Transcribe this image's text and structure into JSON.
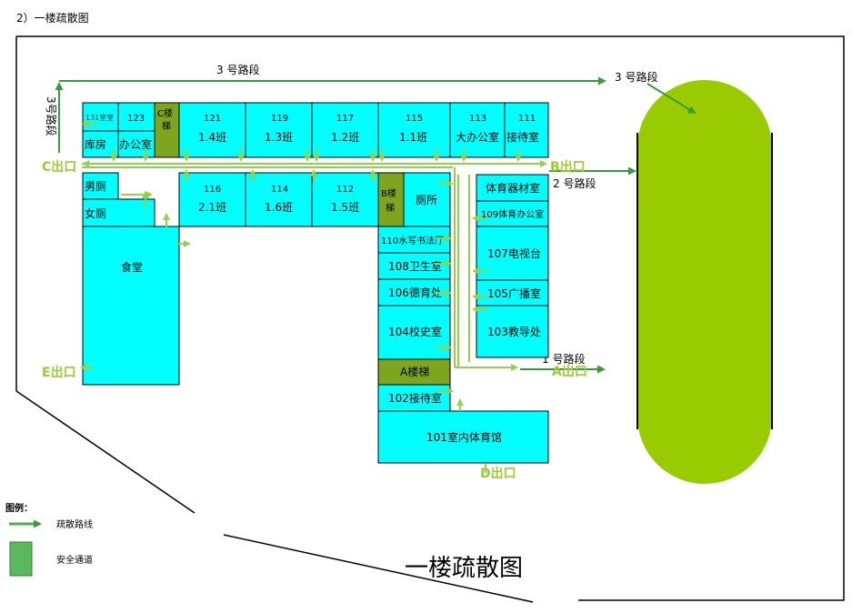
{
  "heading": "2）一楼疏散图",
  "caption": "一楼疏散图",
  "legend": {
    "title": "图例：",
    "route_label": "疏散路线",
    "safe_label": "安全通道",
    "route_color": "#4caf50",
    "safe_color": "#5cb85c"
  },
  "colors": {
    "room": "#00ffff",
    "stair": "#7ea51e",
    "field": "#99cc00",
    "arrow": "#92d050",
    "exit_text": "#9acd32"
  },
  "road_segments": {
    "seg1": "1 号路段",
    "seg2": "2 号路段",
    "seg3_top": "3 号路段",
    "seg3_right": "3 号路段",
    "seg3_vertical": "3号路段"
  },
  "exits": {
    "A": "A出口",
    "B": "B出口",
    "C": "C出口",
    "D": "D出口",
    "E": "E出口"
  },
  "rooms": {
    "r131": "131室室",
    "r123": "123",
    "storage": "库房",
    "office": "办公室",
    "c_stair": "C楼梯",
    "r121_num": "121",
    "r121_class": "1.4班",
    "r119_num": "119",
    "r119_class": "1.3班",
    "r117_num": "117",
    "r117_class": "1.2班",
    "r115_num": "115",
    "r115_class": "1.1班",
    "r113_num": "113",
    "r113_name": "大办公室",
    "r111_num": "111",
    "r111_name": "接待室",
    "men": "男厕",
    "women": "女厕",
    "canteen": "食堂",
    "r116_num": "116",
    "r116_class": "2.1班",
    "r114_num": "114",
    "r114_class": "1.6班",
    "r112_num": "112",
    "r112_class": "1.5班",
    "b_stair": "B楼梯",
    "toilet": "厕所",
    "r110": "110水写书法厅",
    "r108": "108卫生室",
    "r106": "106德育处",
    "r104": "104校史室",
    "a_stair": "A楼梯",
    "r102": "102接待室",
    "r101": "101室内体育馆",
    "sports_storage": "体育器材室",
    "r109": "109体育办公室",
    "r107": "107电视台",
    "r105": "105广播室",
    "r103": "103教导处"
  }
}
